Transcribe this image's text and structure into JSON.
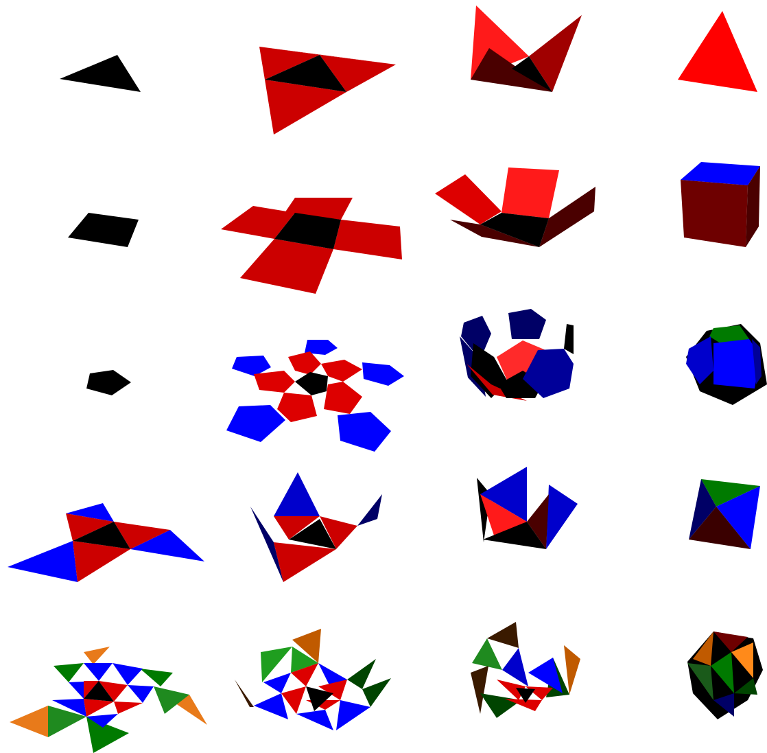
{
  "palette": {
    "black": "#000000",
    "red": "#ff0000",
    "red_mid": "#cc0000",
    "red_dark": "#a00000",
    "maroon": "#6e0000",
    "brown_dark": "#4a0000",
    "blue": "#0000ff",
    "blue_mid": "#0000cc",
    "navy": "#000066",
    "green": "#007a00",
    "green_light": "#1f9e1f",
    "green_dark": "#004400",
    "orange": "#ff8a1a",
    "orange_dark": "#c05a00",
    "brown": "#3a1a00"
  },
  "grid": {
    "rows": [
      "tetrahedron",
      "cube",
      "dodecahedron",
      "octahedron",
      "icosahedron"
    ],
    "columns": [
      "base-face",
      "flat-net",
      "partially-folded",
      "folded-solid"
    ]
  }
}
